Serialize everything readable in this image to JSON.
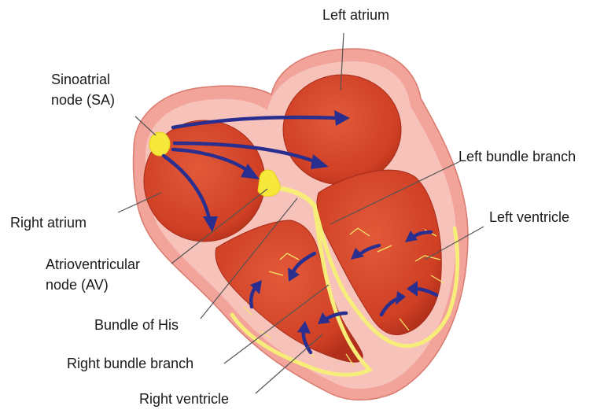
{
  "labels": {
    "left_atrium": "Left atrium",
    "sa_node_line1": "Sinoatrial",
    "sa_node_line2": "node (SA)",
    "left_bundle_branch": "Left bundle branch",
    "right_atrium": "Right atrium",
    "left_ventricle": "Left ventricle",
    "av_node_line1": "Atrioventricular",
    "av_node_line2": "node (AV)",
    "bundle_of_his": "Bundle of His",
    "right_bundle_branch": "Right bundle branch",
    "right_ventricle": "Right ventricle"
  },
  "colors": {
    "outer_wall": "#f2a39a",
    "inner_wall": "#f7c2ba",
    "chamber": "#d94a2e",
    "chamber_dark": "#b8321d",
    "conduction": "#f7ee7a",
    "node": "#f5e83a",
    "arrow": "#2a2f8f"
  }
}
